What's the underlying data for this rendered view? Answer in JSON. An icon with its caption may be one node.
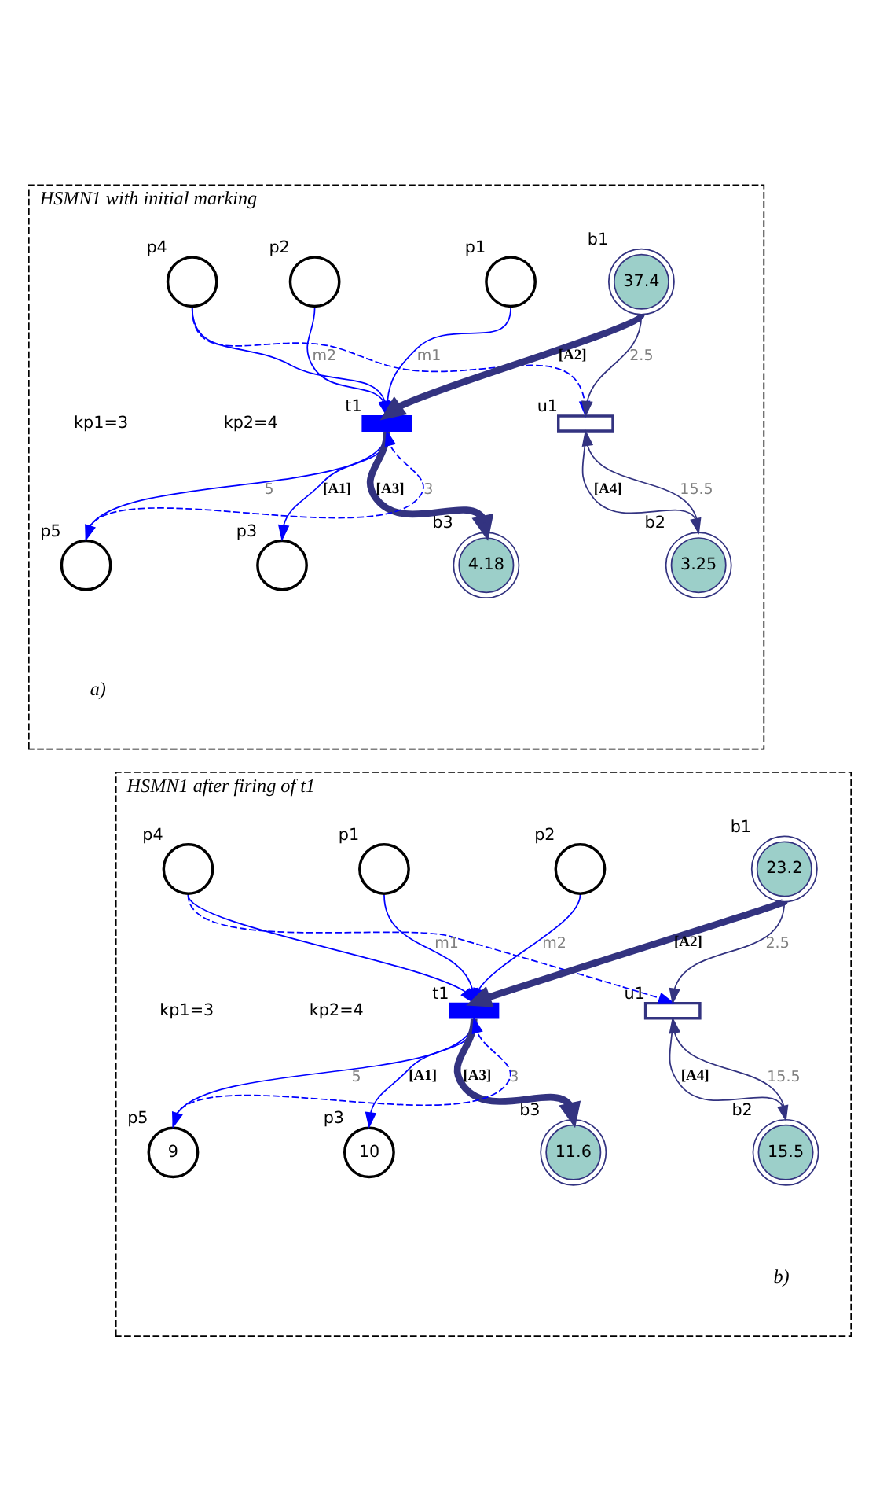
{
  "diagram": {
    "nodes": [
      {
        "text": [
          "HSMN1 with initial marking",
          "a)"
        ]
      },
      {
        "text": [],
        "shape": "circle",
        "in": 0,
        "beside": [
          "p4"
        ]
      },
      {
        "text": [],
        "shape": "circle",
        "in": 0,
        "beside": [
          "p1"
        ]
      },
      {
        "text": [],
        "shape": "circle",
        "in": 0,
        "beside": [
          "p2"
        ]
      },
      {
        "text": [
          "37.4"
        ],
        "in": 0,
        "beside": [
          "b1"
        ]
      },
      {
        "text": [],
        "shape": "bar",
        "in": 0,
        "beside": [
          "t1"
        ]
      },
      {
        "text": [],
        "shape": "box",
        "in": 0,
        "beside": [
          "u1"
        ]
      },
      {
        "text": [],
        "shape": "circle",
        "in": 0,
        "beside": [
          "p5"
        ]
      },
      {
        "text": [],
        "shape": "circle",
        "in": 0,
        "beside": [
          "p3"
        ]
      },
      {
        "text": [
          "4.18"
        ],
        "in": 0,
        "beside": [
          "b3"
        ]
      },
      {
        "text": [
          "3.25"
        ],
        "in": 0,
        "beside": [
          "b2"
        ]
      },
      {
        "text": [
          "HSMN1 after firing of t1",
          "b)"
        ]
      },
      {
        "text": [],
        "shape": "circle",
        "in": 11,
        "beside": [
          "p4"
        ]
      },
      {
        "text": [],
        "shape": "circle",
        "in": 11,
        "beside": [
          "p1"
        ]
      },
      {
        "text": [],
        "shape": "circle",
        "in": 11,
        "beside": [
          "p2"
        ]
      },
      {
        "text": [
          "23.2"
        ],
        "in": 11,
        "beside": [
          "b1"
        ]
      },
      {
        "text": [],
        "shape": "bar",
        "in": 11,
        "beside": [
          "t1"
        ]
      },
      {
        "text": [],
        "shape": "box",
        "in": 11,
        "beside": [
          "u1"
        ]
      },
      {
        "text": [
          "9"
        ],
        "in": 11,
        "beside": [
          "p5"
        ]
      },
      {
        "text": [
          "10"
        ],
        "in": 11,
        "beside": [
          "p3"
        ]
      },
      {
        "text": [
          "11.6"
        ],
        "in": 11,
        "beside": [
          "b3"
        ]
      },
      {
        "text": [
          "15.5"
        ],
        "in": 11,
        "beside": [
          "b2"
        ]
      }
    ],
    "edges": [
      {
        "from": 1,
        "to": 5,
        "arrow": "to"
      },
      {
        "from": 2,
        "to": 5,
        "arrow": "to",
        "label": "m1"
      },
      {
        "from": 3,
        "to": 5,
        "arrow": "to",
        "label": "m2"
      },
      {
        "from": 4,
        "to": 5,
        "arrow": "to",
        "label": "[A2]",
        "style": "thick",
        "color": "#333380"
      },
      {
        "from": 1,
        "to": 6,
        "arrow": "to",
        "style": "dashed"
      },
      {
        "from": 4,
        "to": 6,
        "arrow": "to",
        "label": "2.5",
        "color": "#333380"
      },
      {
        "from": 7,
        "to": 5,
        "arrow": "to",
        "label": "3",
        "style": "dashed"
      },
      {
        "from": 5,
        "to": 7,
        "arrow": "to",
        "label": "5"
      },
      {
        "from": 5,
        "to": 8,
        "arrow": "to",
        "label": "[A1]"
      },
      {
        "from": 5,
        "to": 9,
        "arrow": "to",
        "label": "[A3]",
        "style": "thick",
        "color": "#333380"
      },
      {
        "from": 10,
        "to": 6,
        "arrow": "to",
        "label": "15.5",
        "color": "#333380"
      },
      {
        "from": 6,
        "to": 10,
        "arrow": "to",
        "label": "[A4]",
        "color": "#333380"
      },
      {
        "from": 12,
        "to": 16,
        "arrow": "to"
      },
      {
        "from": 13,
        "to": 16,
        "arrow": "to",
        "label": "m1"
      },
      {
        "from": 14,
        "to": 16,
        "arrow": "to",
        "label": "m2"
      },
      {
        "from": 15,
        "to": 16,
        "arrow": "to",
        "label": "[A2]",
        "style": "thick",
        "color": "#333380"
      },
      {
        "from": 12,
        "to": 17,
        "arrow": "to",
        "style": "dashed"
      },
      {
        "from": 15,
        "to": 17,
        "arrow": "to",
        "label": "2.5",
        "color": "#333380"
      },
      {
        "from": 18,
        "to": 16,
        "arrow": "to",
        "label": "3",
        "style": "dashed"
      },
      {
        "from": 16,
        "to": 18,
        "arrow": "to",
        "label": "5"
      },
      {
        "from": 16,
        "to": 19,
        "arrow": "to",
        "label": "[A1]"
      },
      {
        "from": 16,
        "to": 20,
        "arrow": "to",
        "label": "[A3]",
        "style": "thick",
        "color": "#333380"
      },
      {
        "from": 21,
        "to": 17,
        "arrow": "to",
        "label": "15.5",
        "color": "#333380"
      },
      {
        "from": 17,
        "to": 21,
        "arrow": "to",
        "label": "[A4]",
        "color": "#333380"
      }
    ],
    "labels": [
      "kp1=3",
      "kp2=4",
      "kp1=3",
      "kp2=4"
    ]
  }
}
